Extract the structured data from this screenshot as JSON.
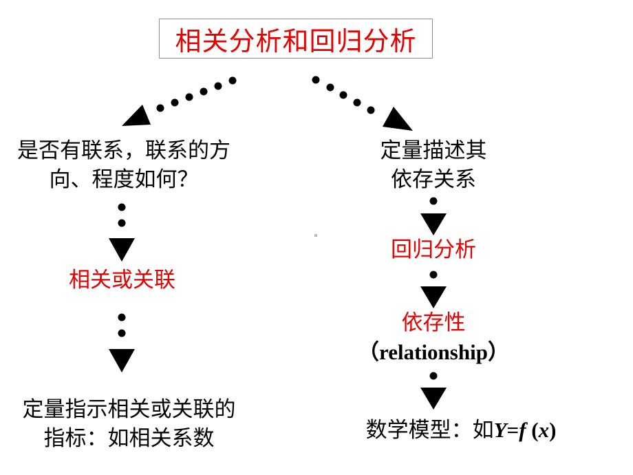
{
  "title": "相关分析和回归分析",
  "left": {
    "question_line1": "是否有联系，联系的方",
    "question_line2": "向、程度如何？",
    "term": "相关或关联",
    "result_line1": "定量指示相关或关联的",
    "result_line2": "指标：如相关系数"
  },
  "right": {
    "desc_line1": "定量描述其",
    "desc_line2": "依存关系",
    "term": "回归分析",
    "concept": "依存性",
    "concept_en": "（relationship）",
    "model_prefix": "数学模型：如",
    "model_Y": "Y",
    "model_eq": "=",
    "model_f": "f",
    "model_open": " (",
    "model_x": "x",
    "model_close": ")"
  },
  "colors": {
    "accent": "#e60000",
    "text": "#000000",
    "border": "#8c8c8c"
  }
}
